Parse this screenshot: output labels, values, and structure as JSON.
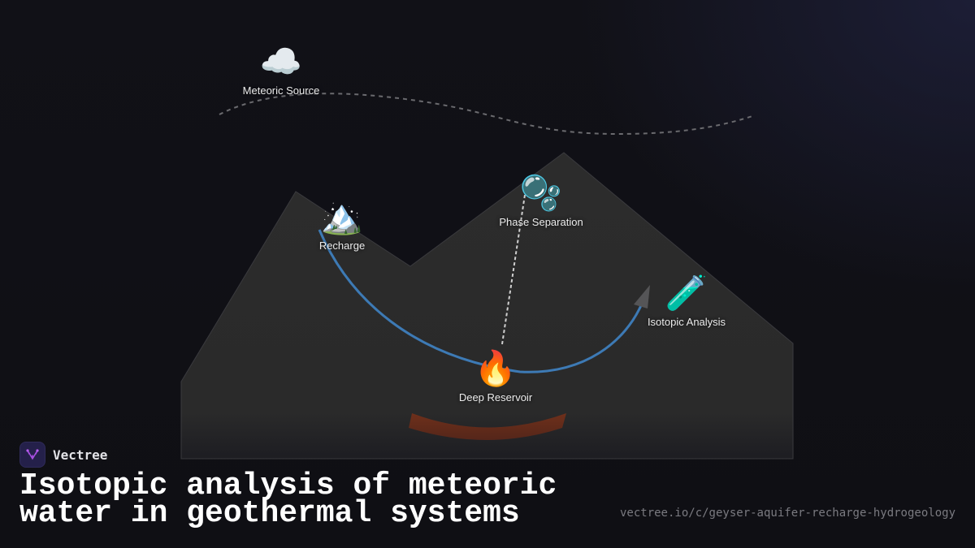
{
  "diagram": {
    "nodes": {
      "meteoric_source": {
        "label": "Meteoric Source",
        "icon": "☁️",
        "icon_name": "cloud-icon"
      },
      "recharge": {
        "label": "Recharge",
        "icon": "🏔️",
        "icon_name": "snow-capped-mountain-icon"
      },
      "phase_separation": {
        "label": "Phase Separation",
        "icon": "🫧",
        "icon_name": "bubbles-icon"
      },
      "isotopic_analysis": {
        "label": "Isotopic Analysis",
        "icon": "🧪",
        "icon_name": "test-tube-icon"
      },
      "deep_reservoir": {
        "label": "Deep Reservoir",
        "icon": "🔥",
        "icon_name": "fire-icon"
      }
    },
    "colors": {
      "flow_path": "#3d7ab5",
      "mountain": "#2b2b2b",
      "heat_band": "#6b2e1a",
      "dashed_lines": "#cfcfcf",
      "arrowhead": "#555555"
    }
  },
  "footer": {
    "brand_name": "Vectree",
    "brand_accent": "#a64ee0",
    "title_line1": "Isotopic analysis of meteoric",
    "title_line2": "water in geothermal systems",
    "url": "vectree.io/c/geyser-aquifer-recharge-hydrogeology"
  }
}
